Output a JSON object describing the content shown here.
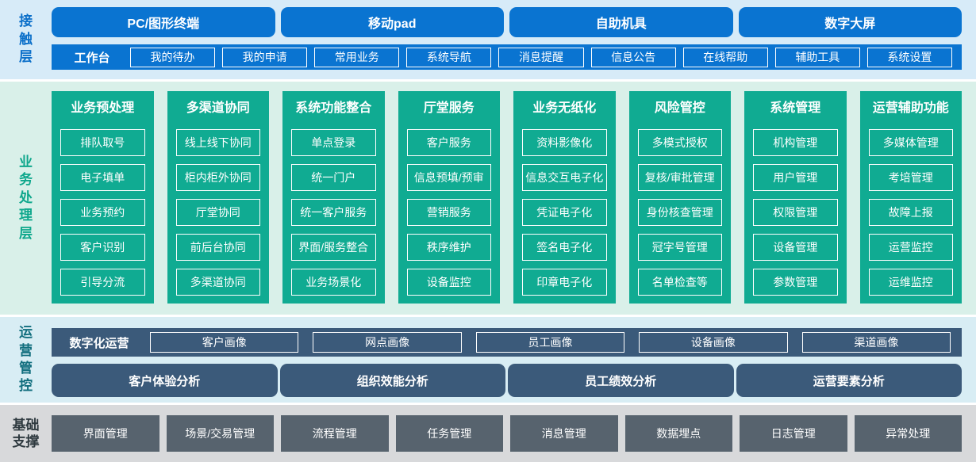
{
  "colors": {
    "blue": "#0a74d1",
    "contact_bg": "#d7ebf8",
    "green": "#10ab92",
    "business_bg": "#d9f0e9",
    "slate_blue": "#3b5a7a",
    "ops_bg": "#d8edf4",
    "slate_gray": "#57636e",
    "foundation_bg": "#d8d9db"
  },
  "layers": {
    "contact": {
      "label": "接触层",
      "terminals": [
        "PC/图形终端",
        "移动pad",
        "自助机具",
        "数字大屏"
      ],
      "workbench_label": "工作台",
      "workbench_items": [
        "我的待办",
        "我的申请",
        "常用业务",
        "系统导航",
        "消息提醒",
        "信息公告",
        "在线帮助",
        "辅助工具",
        "系统设置"
      ]
    },
    "business": {
      "label": "业务处理层",
      "columns": [
        {
          "title": "业务预处理",
          "items": [
            "排队取号",
            "电子填单",
            "业务预约",
            "客户识别",
            "引导分流"
          ]
        },
        {
          "title": "多渠道协同",
          "items": [
            "线上线下协同",
            "柜内柜外协同",
            "厅堂协同",
            "前后台协同",
            "多渠道协同"
          ]
        },
        {
          "title": "系统功能整合",
          "items": [
            "单点登录",
            "统一门户",
            "统一客户服务",
            "界面/服务整合",
            "业务场景化"
          ]
        },
        {
          "title": "厅堂服务",
          "items": [
            "客户服务",
            "信息预填/预审",
            "营销服务",
            "秩序维护",
            "设备监控"
          ]
        },
        {
          "title": "业务无纸化",
          "items": [
            "资料影像化",
            "信息交互电子化",
            "凭证电子化",
            "签名电子化",
            "印章电子化"
          ]
        },
        {
          "title": "风险管控",
          "items": [
            "多模式授权",
            "复核/审批管理",
            "身份核查管理",
            "冠字号管理",
            "名单检查等"
          ]
        },
        {
          "title": "系统管理",
          "items": [
            "机构管理",
            "用户管理",
            "权限管理",
            "设备管理",
            "参数管理"
          ]
        },
        {
          "title": "运营辅助功能",
          "items": [
            "多媒体管理",
            "考培管理",
            "故障上报",
            "运营监控",
            "运维监控"
          ]
        }
      ]
    },
    "ops": {
      "label": "运营管控",
      "digital_label": "数字化运营",
      "portraits": [
        "客户画像",
        "网点画像",
        "员工画像",
        "设备画像",
        "渠道画像"
      ],
      "analyses": [
        "客户体验分析",
        "组织效能分析",
        "员工绩效分析",
        "运营要素分析"
      ]
    },
    "foundation": {
      "label": "基础支撑",
      "items": [
        "界面管理",
        "场景/交易管理",
        "流程管理",
        "任务管理",
        "消息管理",
        "数据埋点",
        "日志管理",
        "异常处理"
      ]
    }
  }
}
